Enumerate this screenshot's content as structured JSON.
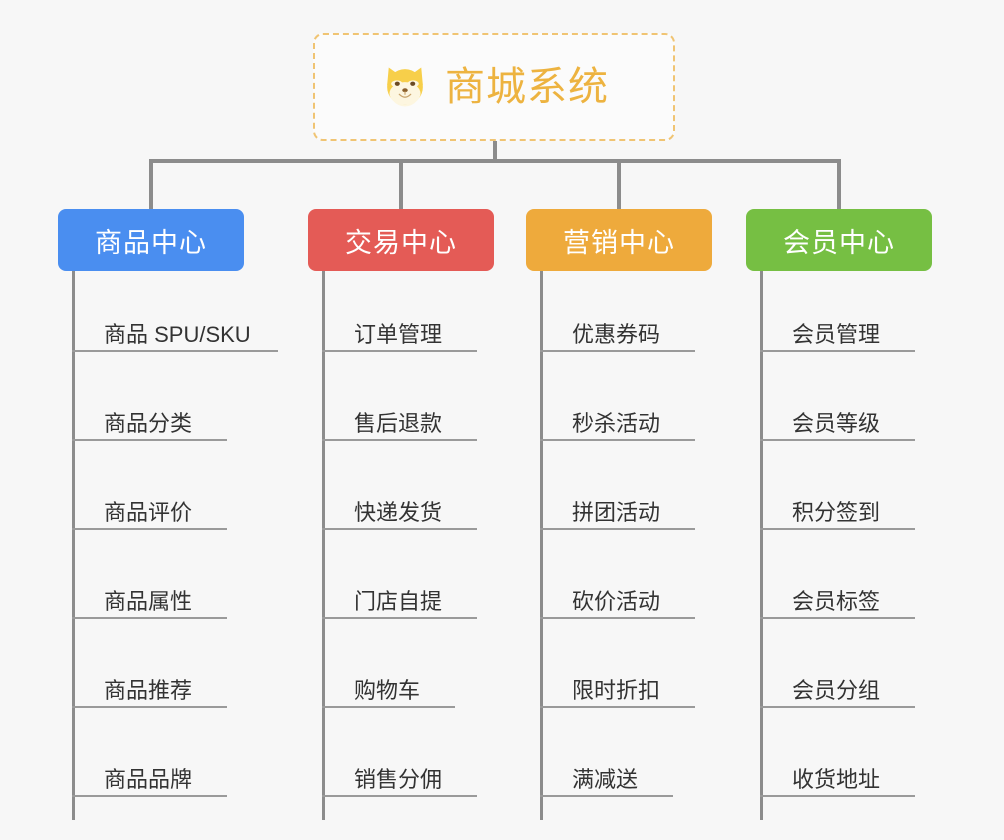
{
  "diagram": {
    "type": "mindmap",
    "root": {
      "icon": "shiba-dog-face-icon",
      "label": "商城系统"
    },
    "colors": {
      "root_border": "#f0c473",
      "root_text": "#edb340",
      "branch_blue": "#4a8ef0",
      "branch_red": "#e45b56",
      "branch_orange": "#eeaa3c",
      "branch_green": "#76bf43",
      "connector": "#8c8c8c",
      "leaf_underline": "#9a9a9a",
      "leaf_text": "#333333",
      "canvas": "#f7f7f7"
    },
    "branches": [
      {
        "label": "商品中心",
        "color": "#4a8ef0",
        "items": [
          "商品 SPU/SKU",
          "商品分类",
          "商品评价",
          "商品属性",
          "商品推荐",
          "商品品牌"
        ]
      },
      {
        "label": "交易中心",
        "color": "#e45b56",
        "items": [
          "订单管理",
          "售后退款",
          "快递发货",
          "门店自提",
          "购物车",
          "销售分佣"
        ]
      },
      {
        "label": "营销中心",
        "color": "#eeaa3c",
        "items": [
          "优惠券码",
          "秒杀活动",
          "拼团活动",
          "砍价活动",
          "限时折扣",
          "满减送"
        ]
      },
      {
        "label": "会员中心",
        "color": "#76bf43",
        "items": [
          "会员管理",
          "会员等级",
          "积分签到",
          "会员标签",
          "会员分组",
          "收货地址"
        ]
      }
    ]
  }
}
